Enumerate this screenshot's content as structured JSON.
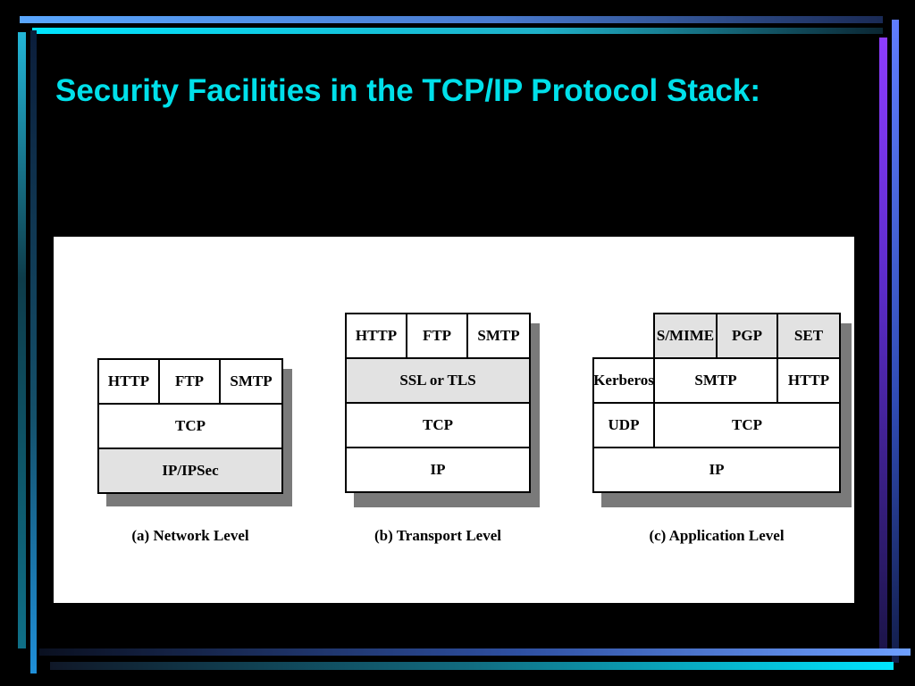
{
  "slide": {
    "title": "Security Facilities in the TCP/IP Protocol Stack:"
  },
  "figure": {
    "network_level": {
      "cells": {
        "http": "HTTP",
        "ftp": "FTP",
        "smtp": "SMTP",
        "tcp": "TCP",
        "ipsec": "IP/IPSec"
      },
      "caption": "(a) Network Level"
    },
    "transport_level": {
      "cells": {
        "http": "HTTP",
        "ftp": "FTP",
        "smtp": "SMTP",
        "ssl_tls": "SSL or TLS",
        "tcp": "TCP",
        "ip": "IP"
      },
      "caption": "(b) Transport Level"
    },
    "application_level": {
      "cells": {
        "smime": "S/MIME",
        "pgp": "PGP",
        "set": "SET",
        "kerberos": "Kerberos",
        "smtp": "SMTP",
        "http": "HTTP",
        "udp": "UDP",
        "tcp": "TCP",
        "ip": "IP"
      },
      "caption": "(c) Application Level"
    }
  },
  "colors": {
    "title": "#00e0ea",
    "background": "#000000",
    "security_layer_fill": "#e2e2e2"
  }
}
